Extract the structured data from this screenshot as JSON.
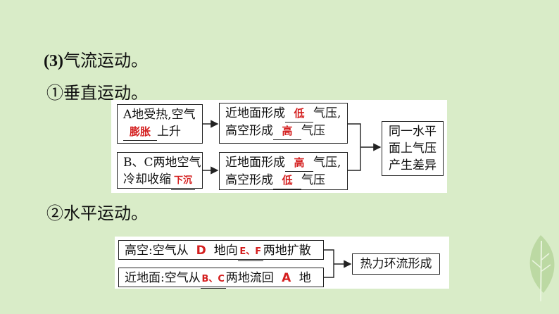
{
  "headings": {
    "section": "(3)气流运动。",
    "section_paren": "(3)",
    "section_text": "气流运动。",
    "vertical": "①垂直运动。",
    "horizontal": "②水平运动。"
  },
  "vertical_diagram": {
    "box_a": {
      "line1": "A地受热,空气",
      "fill": "膨胀",
      "line2_suffix": "上升"
    },
    "box_a_pressure": {
      "line1_prefix": "近地面形成",
      "fill1": "低",
      "line1_suffix": "气压,",
      "line2_prefix": "高空形成",
      "fill2": "高",
      "line2_suffix": "气压"
    },
    "box_bc": {
      "line1": "B、C两地空气",
      "line2_prefix": "冷却收缩",
      "fill": "下沉"
    },
    "box_bc_pressure": {
      "line1_prefix": "近地面形成",
      "fill1": "高",
      "line1_suffix": "气压,",
      "line2_prefix": "高空形成",
      "fill2": "低",
      "line2_suffix": "气压"
    },
    "result": {
      "line1": "同一水平",
      "line2": "面上气压",
      "line3": "产生差异"
    }
  },
  "horizontal_diagram": {
    "upper": {
      "prefix": "高空:空气从",
      "fill1": "D",
      "middle": "地向",
      "fill2": "E、F",
      "suffix": "两地扩散"
    },
    "lower": {
      "prefix": "近地面:空气从",
      "fill1": "B、C",
      "middle": "两地流回",
      "fill2": "A",
      "suffix": "地"
    },
    "result": "热力环流形成"
  },
  "colors": {
    "background": "#d9ecc8",
    "answer": "#d41e1e",
    "leaf": "#bcd9a3"
  },
  "icons": {
    "decoration": "leaf-icon"
  }
}
